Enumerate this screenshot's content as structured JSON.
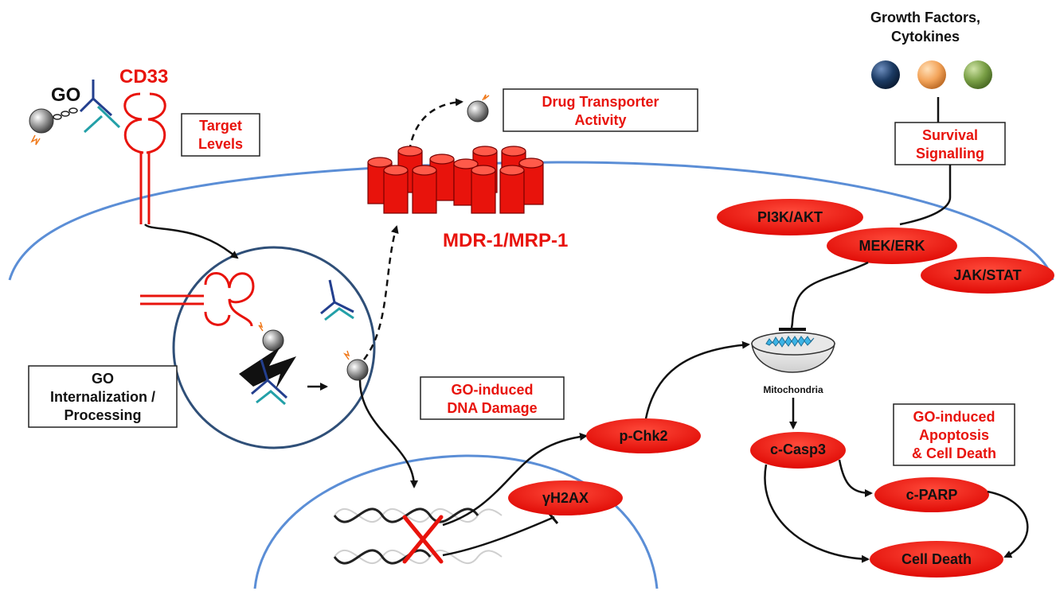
{
  "labels": {
    "go": "GO",
    "cd33": "CD33",
    "mdr": "MDR-1/MRP-1",
    "mitochondria": "Mitochondria",
    "growth_factors": [
      "Growth Factors,",
      "Cytokines"
    ]
  },
  "boxes": {
    "target_levels": [
      "Target",
      "Levels"
    ],
    "drug_transporter": [
      "Drug Transporter",
      "Activity"
    ],
    "survival_signalling": [
      "Survival",
      "Signalling"
    ],
    "go_internalization": [
      "GO",
      "Internalization /",
      "Processing"
    ],
    "go_dna_damage": [
      "GO-induced",
      "DNA Damage"
    ],
    "go_apoptosis": [
      "GO-induced",
      "Apoptosis",
      "& Cell Death"
    ]
  },
  "nodes": {
    "pi3k": "PI3K/AKT",
    "mek": "MEK/ERK",
    "jak": "JAK/STAT",
    "pchk2": "p-Chk2",
    "gh2ax": "γH2AX",
    "casp3": "c-Casp3",
    "parp": "c-PARP",
    "cell_death": "Cell Death"
  },
  "colors": {
    "red": "#e8130c",
    "membrane_blue": "#5b8ed6",
    "vesicle_navy": "#2f4f78",
    "dark_ball": "#1b3a63",
    "orange_ball": "#f3a45a",
    "green_ball": "#7aa046"
  }
}
